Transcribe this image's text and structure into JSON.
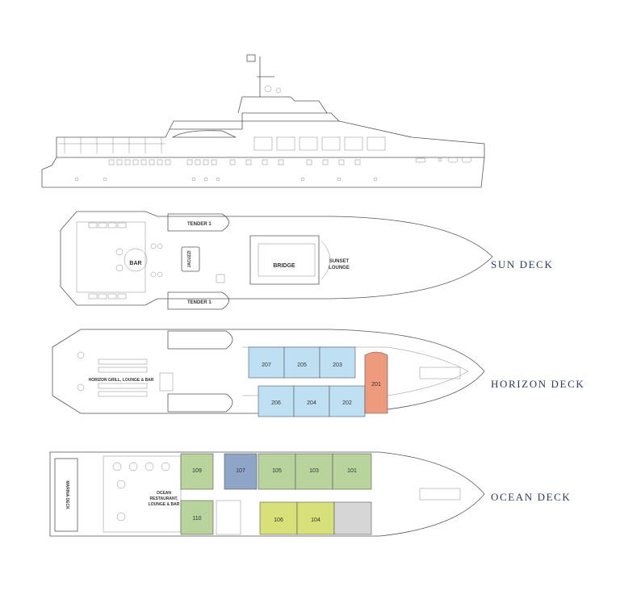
{
  "decks": {
    "sun": {
      "label": "SUN DECK",
      "tender_top": "TENDER 1",
      "tender_bottom": "TENDER 1",
      "bar": "BAR",
      "jacuzzi": "JACUZZI",
      "bridge": "BRIDGE",
      "lounge_line1": "SUNSET",
      "lounge_line2": "LOUNGE"
    },
    "horizon": {
      "label": "HORIZON DECK",
      "venue": "HORIZON GRILL, LOUNGE & BAR",
      "cabins_top": [
        "207",
        "205",
        "203"
      ],
      "cabins_bottom": [
        "206",
        "204",
        "202"
      ],
      "suite": "201"
    },
    "ocean": {
      "label": "OCEAN DECK",
      "marina": "MARINA DECK",
      "restaurant_line1": "OCEAN",
      "restaurant_line2": "RESTAURANT,",
      "restaurant_line3": "LOUNGE & BAR",
      "cabins_top": [
        "109",
        "107",
        "105",
        "103",
        "101"
      ],
      "cabins_bottom": [
        "110",
        "106",
        "104"
      ]
    }
  },
  "colors": {
    "deck_label": "#2c3a5c",
    "horizon_cabin": "#bfe0f3",
    "horizon_suite": "#ee9a7c",
    "ocean_green": "#b9d39c",
    "ocean_blue": "#8fa5c8",
    "ocean_lime": "#d8e07a",
    "ocean_grey": "#d6d6d6"
  }
}
